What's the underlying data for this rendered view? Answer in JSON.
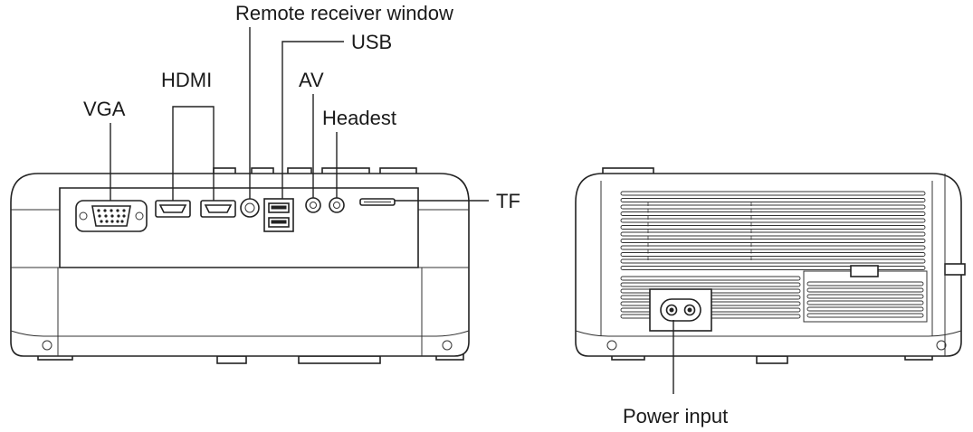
{
  "labels": {
    "remote_receiver": "Remote receiver window",
    "usb": "USB",
    "hdmi": "HDMI",
    "av": "AV",
    "vga": "VGA",
    "headset": "Headest",
    "tf": "TF",
    "power_input": "Power input"
  },
  "colors": {
    "line": "#222222",
    "background": "#ffffff"
  },
  "icons": [
    "projector-back-view",
    "projector-side-view",
    "ac-power-socket-icon"
  ]
}
